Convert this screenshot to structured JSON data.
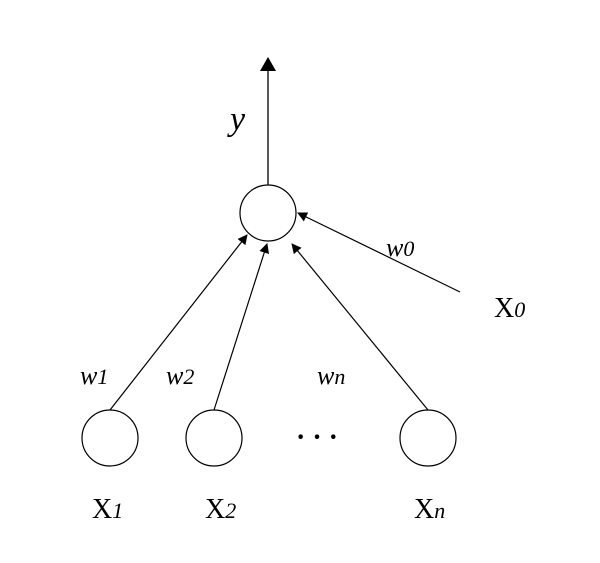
{
  "diagram": {
    "output_label": "y",
    "bias_input": {
      "label": "X",
      "subscript": "0",
      "weight": "w",
      "weight_subscript": "0"
    },
    "inputs": [
      {
        "label": "X",
        "subscript": "1",
        "weight": "w",
        "weight_subscript": "1"
      },
      {
        "label": "X",
        "subscript": "2",
        "weight": "w",
        "weight_subscript": "2"
      },
      {
        "label": "X",
        "subscript": "n",
        "weight": "w",
        "weight_subscript": "n"
      }
    ],
    "ellipsis": "· · ·"
  }
}
